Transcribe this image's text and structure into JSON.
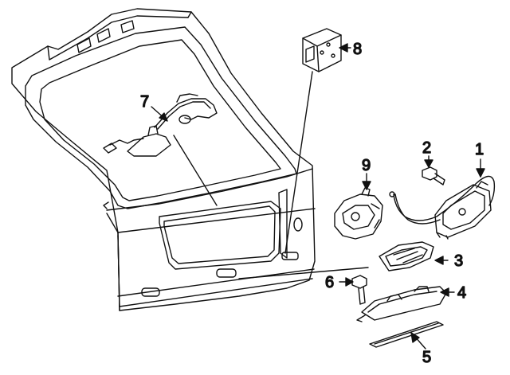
{
  "diagram": {
    "callouts": [
      {
        "id": "1",
        "text": "1"
      },
      {
        "id": "2",
        "text": "2"
      },
      {
        "id": "3",
        "text": "3"
      },
      {
        "id": "4",
        "text": "4"
      },
      {
        "id": "5",
        "text": "5"
      },
      {
        "id": "6",
        "text": "6"
      },
      {
        "id": "7",
        "text": "7"
      },
      {
        "id": "8",
        "text": "8"
      },
      {
        "id": "9",
        "text": "9"
      }
    ]
  },
  "colors": {
    "line": "#111111",
    "background": "#ffffff"
  }
}
